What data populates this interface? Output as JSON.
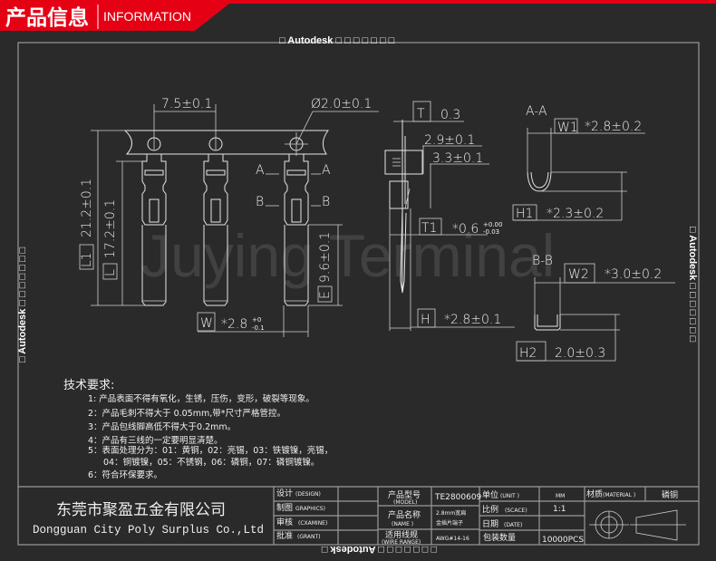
{
  "header": {
    "title_cn": "产品信息",
    "title_en": "INFORMATION",
    "brand_color": "#e50014"
  },
  "autodesk_stamp": {
    "top": "□ Autodesk □ □ □ □ □ □ □",
    "right": "□ Autodesk □ □ □ □ □ □ □",
    "left": "□ Autodesk □ □ □ □ □ □ □",
    "bottom": "□ □ □ □ □ □ □ Autodesk □"
  },
  "watermark": "Juying Terminal",
  "drawing": {
    "pitch": "7.5±0.1",
    "hole_dia": "Ø2.0±0.1",
    "l1_label": "L1",
    "l1_value": "21.2±0.1",
    "l_label": "L",
    "l_value": "17.2±0.1",
    "e_label": "E",
    "e_value": "9.6±0.1",
    "w_label": "W",
    "w_value": "*2.8",
    "w_tol_upper": "+0",
    "w_tol_lower": "-0.1",
    "section_a_left": "A",
    "section_a_right": "A",
    "section_b_left": "B",
    "section_b_right": "B",
    "t_label": "T",
    "t_value": "0.3",
    "dim_29": "2.9±0.1",
    "dim_33": "3.3±0.1",
    "t1_label": "T1",
    "t1_value": "*0.6",
    "t1_tol_upper": "+0.00",
    "t1_tol_lower": "-0.03",
    "h_label": "H",
    "h_value": "*2.8±0.1",
    "aa_title": "A-A",
    "w1_label": "W1",
    "w1_value": "*2.8±0.2",
    "h1_label": "H1",
    "h1_value": "*2.3±0.2",
    "bb_title": "B-B",
    "w2_label": "W2",
    "w2_value": "*3.0±0.2",
    "h2_label": "H2",
    "h2_value": "2.0±0.3"
  },
  "requirements": {
    "title": "技术要求:",
    "items": [
      "1: 产品表面不得有氧化，生锈，压伤，变形，破裂等现象。",
      "2：产品毛刺不得大于 0.05mm,带*尺寸严格管控。",
      "3：产品包线脚高低不得大于0.2mm。",
      "4：产品有三线的一定要明显清楚。",
      "5：表面处理分为：01：黄铜，02：亮锡，03：铁镀镍，亮锡，",
      "04：铜镀镍，05：不锈钢，06：磷铜，07：磷铜镀镍。",
      "6：符合环保要求。"
    ]
  },
  "title_block": {
    "company_cn": "东莞市聚盈五金有限公司",
    "company_en": "Dongguan City Poly Surplus Co.,Ltd",
    "design": "设计",
    "design_en": "(DESIGN)",
    "graphics": "制图",
    "graphics_en": "GRAPHICS)",
    "examine": "审核",
    "examine_en": "(CXAMINE)",
    "grant": "批准",
    "grant_en": "(GRANT)",
    "model_label": "产品型号",
    "model_label_en": "(MODEL)",
    "model_value": "TE2800609",
    "name_label": "产品名称",
    "name_label_en": "(NAME  )",
    "name_value_1": "2.8mm宽扁",
    "name_value_2": "金插片端子",
    "wire_label": "适用线规",
    "wire_label_en": "(WIRE RANGE)",
    "wire_value": "AWG#14-16",
    "unit_label": "单位",
    "unit_label_en": "(UNIT  )",
    "unit_value": "MM",
    "scale_label": "比例",
    "scale_label_en": "(SCACE)",
    "scale_value": "1:1",
    "date_label": "日期",
    "date_label_en": "(DATE)",
    "date_value": "",
    "qty_label": "包装数量",
    "qty_value": "10000PCS",
    "material_label": "材质",
    "material_label_en": "(MATERIAL    )",
    "material_value": "磷铜"
  }
}
